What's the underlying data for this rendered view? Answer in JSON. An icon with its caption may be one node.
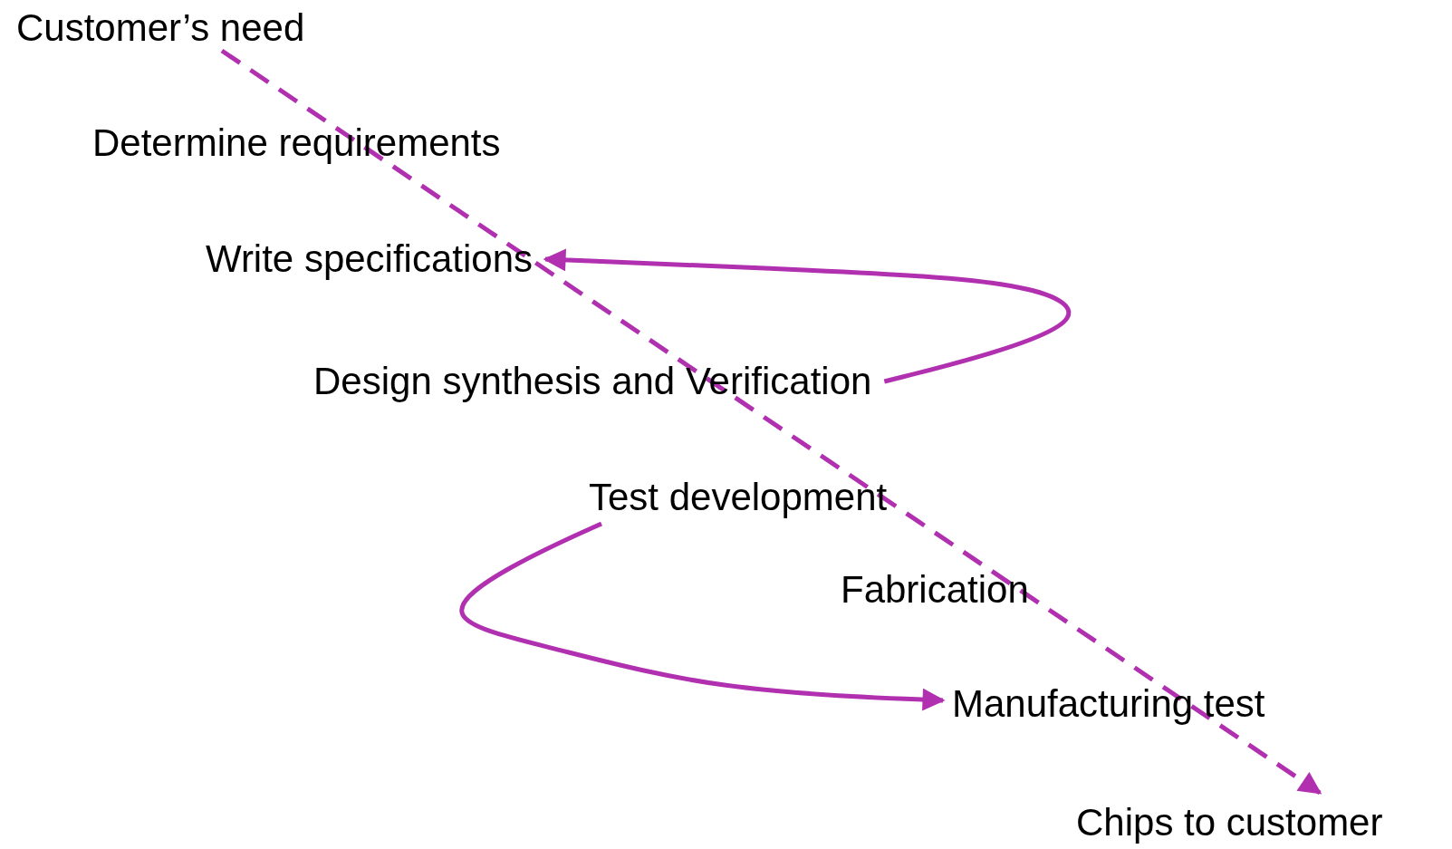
{
  "diagram": {
    "nodes": [
      {
        "text": [
          "Customer’s need"
        ]
      },
      {
        "text": [
          "Determine requirements"
        ]
      },
      {
        "text": [
          "Write specifications"
        ]
      },
      {
        "text": [
          "Design synthesis and Verification"
        ]
      },
      {
        "text": [
          "Test development"
        ]
      },
      {
        "text": [
          "Fabrication"
        ]
      },
      {
        "text": [
          "Manufacturing test"
        ]
      },
      {
        "text": [
          "Chips to customer"
        ]
      }
    ],
    "edges": [
      {
        "from": 0,
        "to": 7,
        "arrow": "to",
        "style": "dashed"
      },
      {
        "from": 3,
        "to": 2,
        "arrow": "to"
      },
      {
        "from": 4,
        "to": 6,
        "arrow": "to"
      }
    ]
  }
}
